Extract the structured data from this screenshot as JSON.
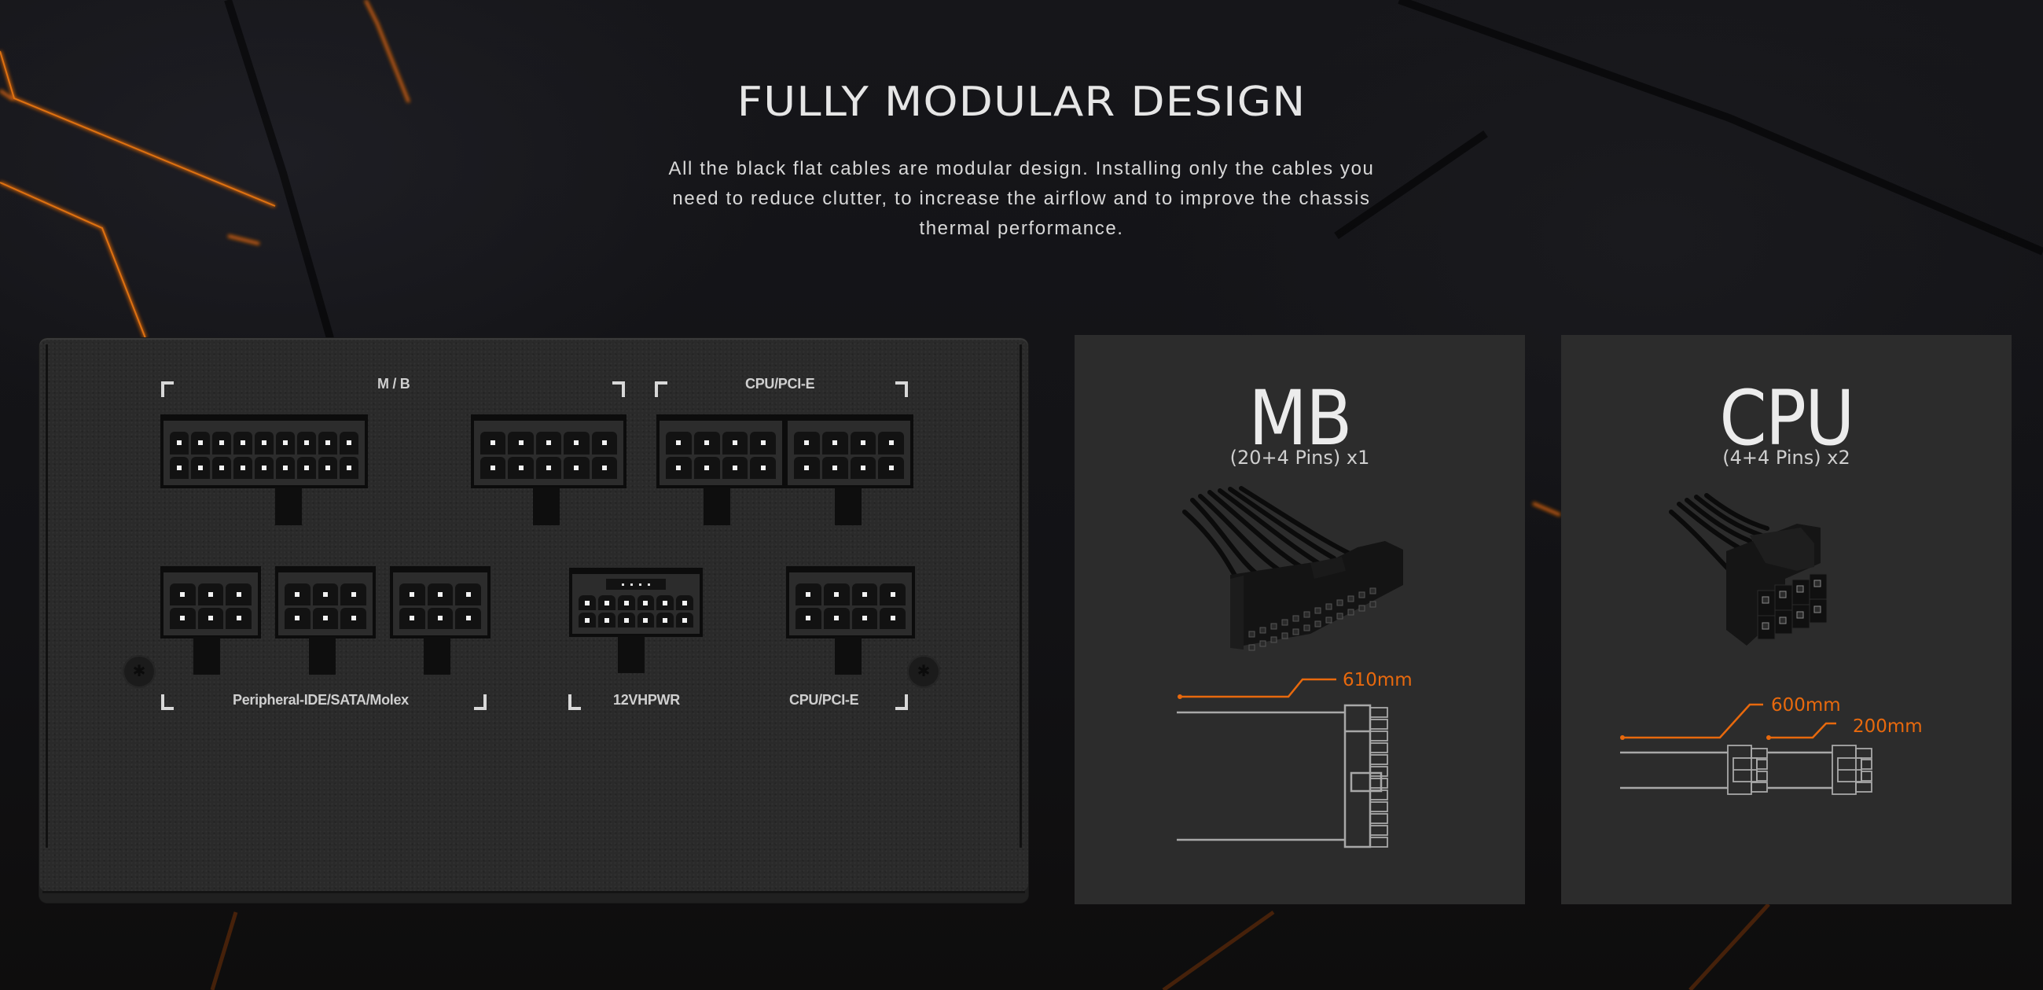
{
  "section": {
    "title": "FULLY MODULAR DESIGN",
    "description": "All the black flat cables are modular design. Installing only the cables you need to reduce clutter, to increase the airflow and to improve the chassis thermal performance."
  },
  "psu_panel": {
    "groups": [
      {
        "label": "M / B",
        "position": "top"
      },
      {
        "label": "CPU/PCI-E",
        "position": "top"
      },
      {
        "label": "Peripheral-IDE/SATA/Molex",
        "position": "bottom"
      },
      {
        "label": "12VHPWR",
        "position": "bottom"
      },
      {
        "label": "CPU/PCI-E",
        "position": "bottom"
      }
    ],
    "connectors": [
      {
        "name": "mb-24pin",
        "cols": 9,
        "rows": 2
      },
      {
        "name": "mb-10pin",
        "cols": 5,
        "rows": 2
      },
      {
        "name": "cpu-pcie-top-1",
        "cols": 4,
        "rows": 2
      },
      {
        "name": "cpu-pcie-top-2",
        "cols": 4,
        "rows": 2
      },
      {
        "name": "peripheral-1",
        "cols": 3,
        "rows": 2
      },
      {
        "name": "peripheral-2",
        "cols": 3,
        "rows": 2
      },
      {
        "name": "peripheral-3",
        "cols": 3,
        "rows": 2
      },
      {
        "name": "12vhpwr",
        "cols": 6,
        "rows": 2,
        "sense_pins": 4
      },
      {
        "name": "cpu-pcie-bottom",
        "cols": 4,
        "rows": 2
      }
    ]
  },
  "cables": [
    {
      "title": "MB",
      "subtitle": "(20+4 Pins) x1",
      "lengths": [
        "610mm"
      ]
    },
    {
      "title": "CPU",
      "subtitle": "(4+4 Pins) x2",
      "lengths": [
        "600mm",
        "200mm"
      ]
    }
  ],
  "colors": {
    "accent": "#e8690d",
    "card_bg": "#2c2c2c",
    "page_bg": "#141417",
    "text": "#e6e6e6"
  }
}
